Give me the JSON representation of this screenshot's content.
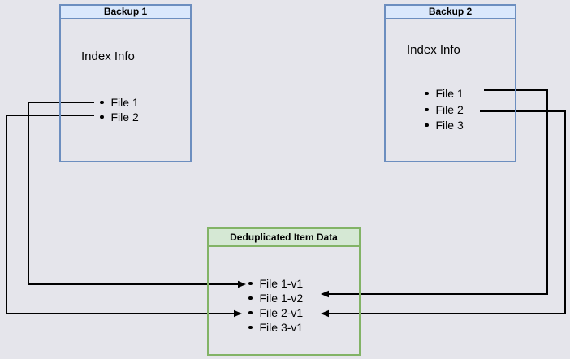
{
  "colors": {
    "bg": "#e5e5eb",
    "blue-fill": "#dae8fc",
    "blue-stroke": "#6c8ebf",
    "green-fill": "#d5e8d4",
    "green-stroke": "#82b366",
    "line": "#000000",
    "text": "#000000"
  },
  "backup1": {
    "title": "Backup 1",
    "index_label": "Index Info",
    "files": [
      "File 1",
      "File 2"
    ]
  },
  "backup2": {
    "title": "Backup 2",
    "index_label": "Index Info",
    "files": [
      "File 1",
      "File 2",
      "File 3"
    ]
  },
  "dedup": {
    "title": "Deduplicated Item Data",
    "items": [
      "File 1-v1",
      "File 1-v2",
      "File 2-v1",
      "File 3-v1"
    ]
  },
  "arrows": [
    {
      "from": "backup1-file-1",
      "to": "dedup-file-1-v1"
    },
    {
      "from": "backup1-file-2",
      "to": "dedup-file-2-v1"
    },
    {
      "from": "backup2-file-1",
      "to": "dedup-file-1-v2"
    },
    {
      "from": "backup2-file-2",
      "to": "dedup-file-2-v1"
    }
  ]
}
